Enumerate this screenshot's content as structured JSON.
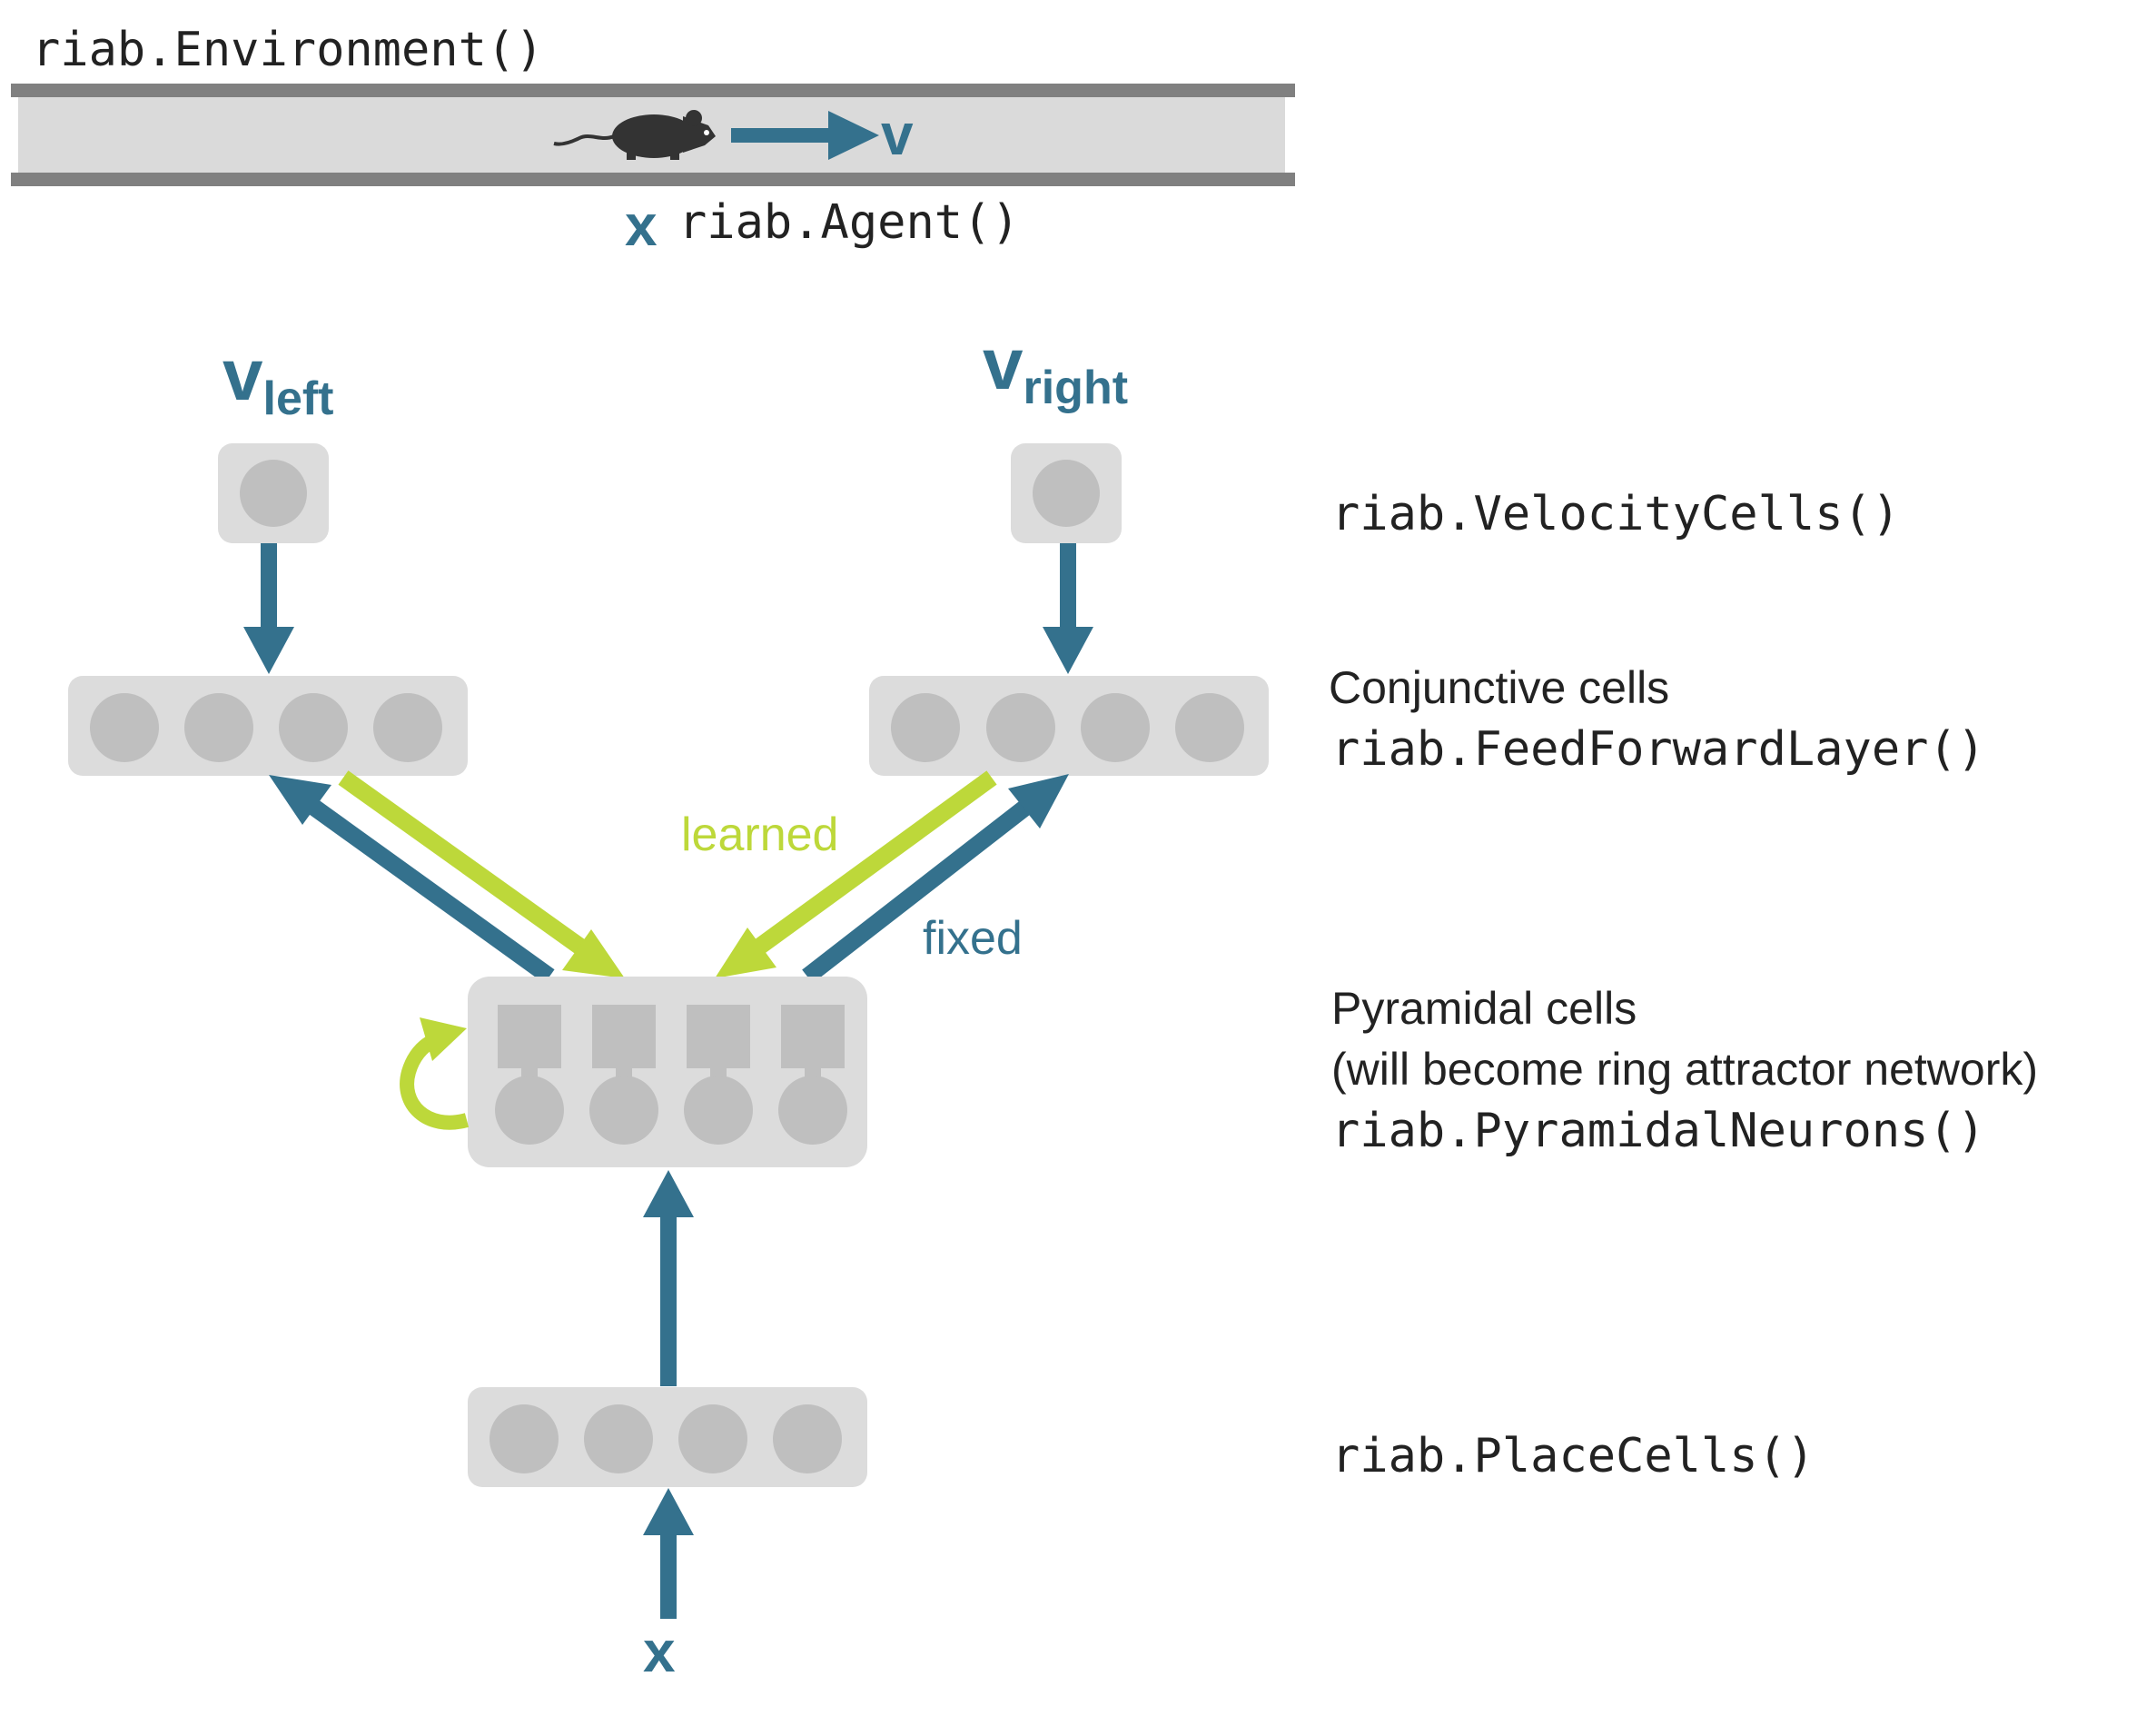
{
  "environment": {
    "label": "riab.Environment()"
  },
  "agent": {
    "position_symbol": "x",
    "velocity_symbol": "v",
    "label": "riab.Agent()"
  },
  "inputs": {
    "v_left": {
      "base": "v",
      "sub": "left"
    },
    "v_right": {
      "base": "v",
      "sub": "right"
    },
    "x": "x"
  },
  "layers": {
    "velocity": {
      "code": "riab.VelocityCells()"
    },
    "conjunctive": {
      "title": "Conjunctive cells",
      "code": "riab.FeedForwardLayer()"
    },
    "pyramidal": {
      "title": "Pyramidal cells",
      "subtitle": "(will become ring attractor network)",
      "code": "riab.PyramidalNeurons()"
    },
    "place": {
      "code": "riab.PlaceCells()"
    }
  },
  "connections": {
    "learned_label": "learned",
    "fixed_label": "fixed"
  },
  "colors": {
    "fixed": "#34718d",
    "learned": "#bdd83a",
    "panel": "#dcdcdc",
    "cell": "#bfbfbf",
    "track_rail": "#808080",
    "mouse": "#333333"
  }
}
